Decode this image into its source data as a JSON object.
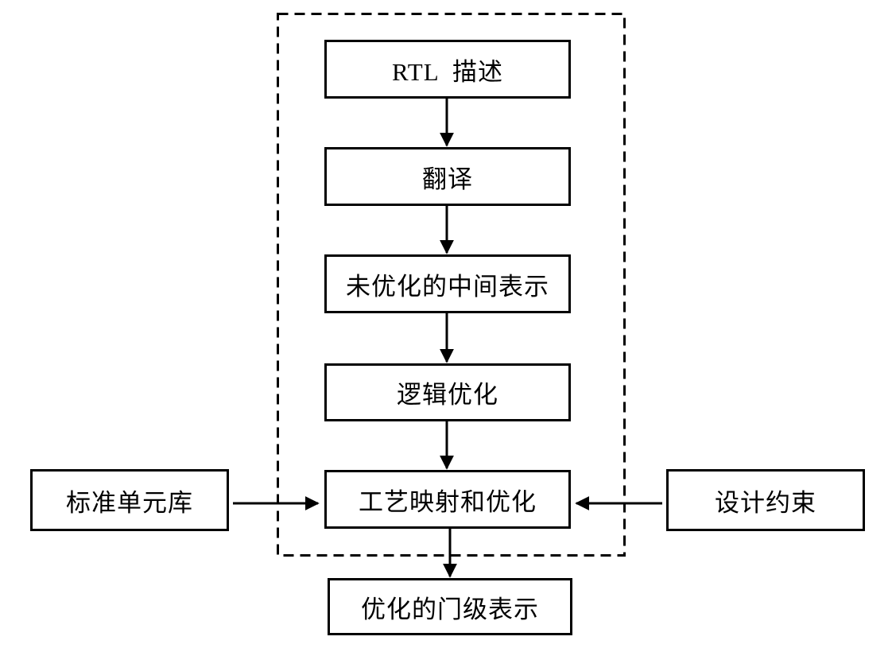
{
  "diagram": {
    "type": "flowchart",
    "background_color": "#ffffff",
    "stroke_color": "#000000",
    "boundary": {
      "style": "dashed-rectangle",
      "meaning": "synthesis-tool-boundary"
    },
    "nodes": {
      "rtl_description": {
        "label": "RTL  描述"
      },
      "translation": {
        "label": "翻译"
      },
      "unoptimized_ir": {
        "label": "未优化的中间表示"
      },
      "logic_optimization": {
        "label": "逻辑优化"
      },
      "tech_mapping": {
        "label": "工艺映射和优化"
      },
      "standard_cell_library": {
        "label": "标准单元库"
      },
      "design_constraints": {
        "label": "设计约束"
      },
      "optimized_gate_level": {
        "label": "优化的门级表示"
      }
    },
    "edges": [
      {
        "from": "rtl_description",
        "to": "translation",
        "direction": "down"
      },
      {
        "from": "translation",
        "to": "unoptimized_ir",
        "direction": "down"
      },
      {
        "from": "unoptimized_ir",
        "to": "logic_optimization",
        "direction": "down"
      },
      {
        "from": "logic_optimization",
        "to": "tech_mapping",
        "direction": "down"
      },
      {
        "from": "tech_mapping",
        "to": "optimized_gate_level",
        "direction": "down"
      },
      {
        "from": "standard_cell_library",
        "to": "tech_mapping",
        "direction": "right"
      },
      {
        "from": "design_constraints",
        "to": "tech_mapping",
        "direction": "left"
      }
    ]
  }
}
